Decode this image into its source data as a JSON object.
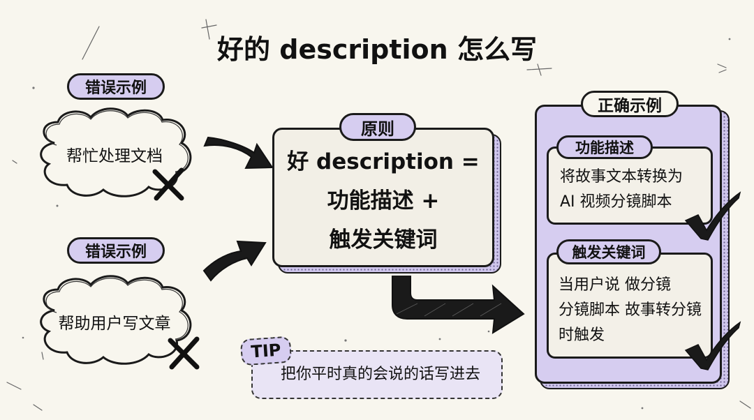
{
  "title": "好的 description 怎么写",
  "wrong_examples": [
    {
      "label": "错误示例",
      "text": "帮忙处理文档",
      "mark": "cross-icon"
    },
    {
      "label": "错误示例",
      "text": "帮助用户写文章",
      "mark": "cross-icon"
    }
  ],
  "principle": {
    "label": "原则",
    "lines": [
      "好 description =",
      "功能描述 +",
      "触发关键词"
    ]
  },
  "correct_example": {
    "label": "正确示例",
    "sections": [
      {
        "label": "功能描述",
        "lines": [
          "将故事文本转换为",
          "AI 视频分镜脚本"
        ],
        "mark": "check-icon"
      },
      {
        "label": "触发关键词",
        "lines": [
          "当用户说 做分镜",
          "分镜脚本 故事转分镜",
          "时触发"
        ],
        "mark": "check-icon"
      }
    ]
  },
  "tip": {
    "label": "TIP",
    "text": "把你平时真的会说的话写进去"
  },
  "colors": {
    "background": "#f8f6ee",
    "lavender": "#d6cdf0",
    "card": "#f2efe6",
    "ink": "#1a1a1a"
  }
}
